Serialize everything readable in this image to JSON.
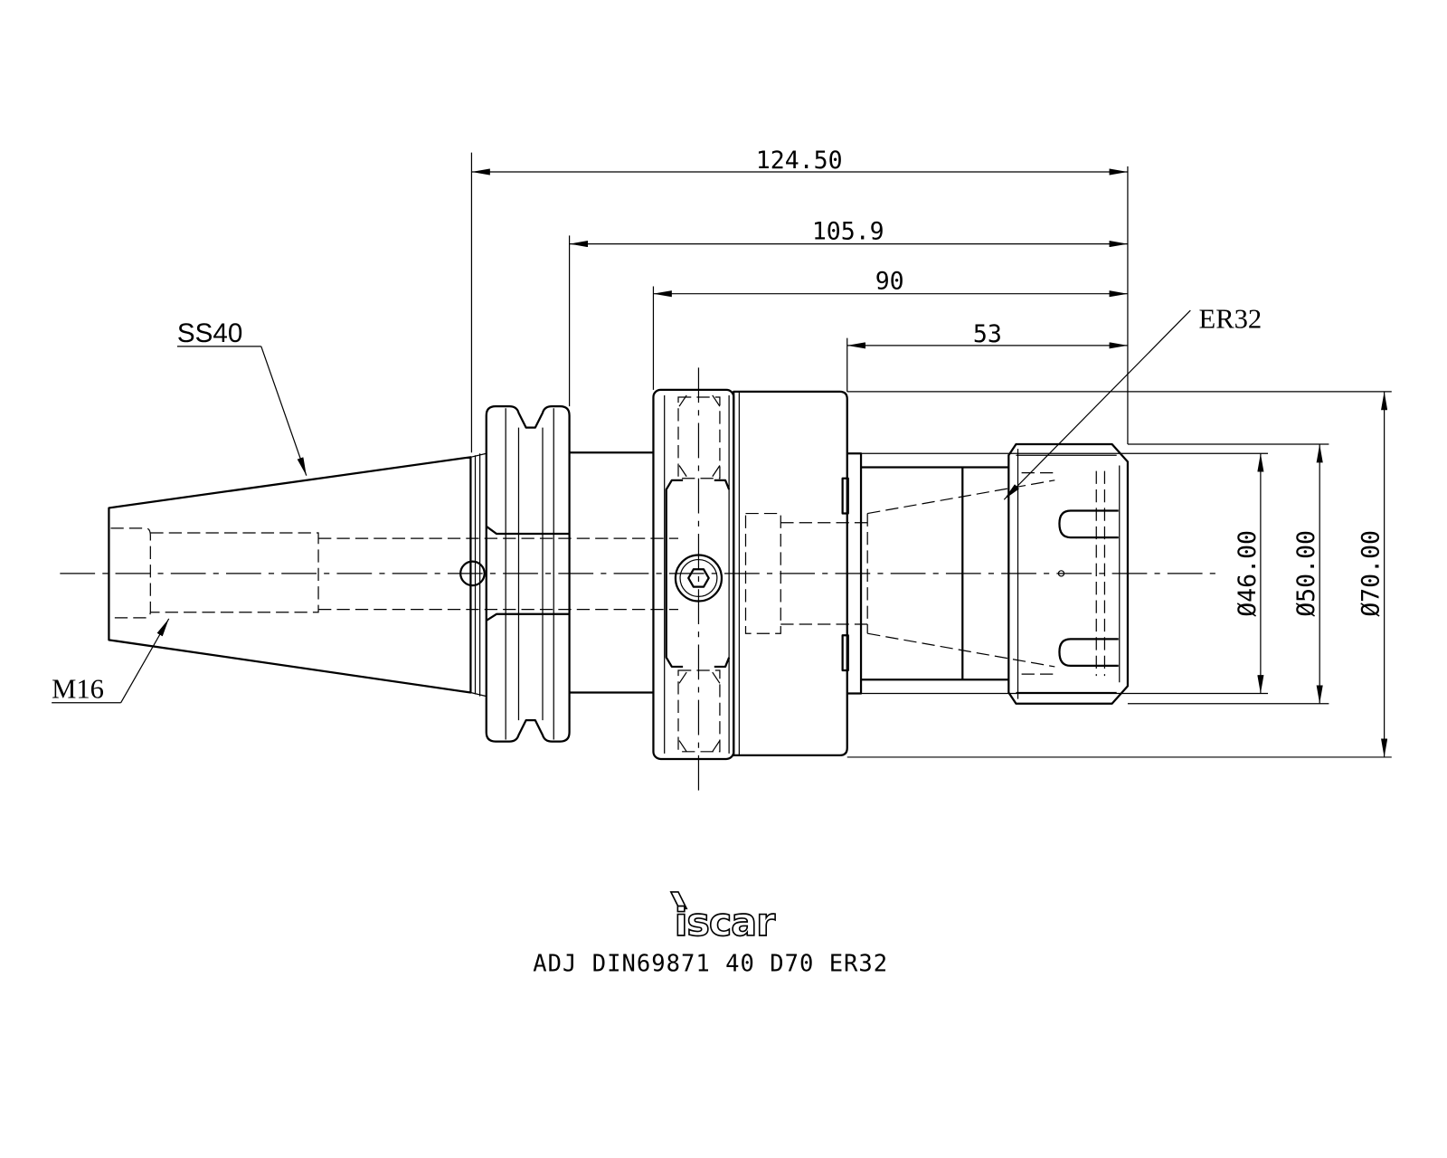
{
  "drawing": {
    "linear_dimensions": [
      "124.50",
      "105.9",
      "90",
      "53"
    ],
    "diameters": [
      "Ø46.00",
      "Ø50.00",
      "Ø70.00"
    ],
    "callouts": {
      "collet": "ER32",
      "taper": "SS40",
      "thread": "M16"
    },
    "logo": "iscar",
    "title": "ADJ DIN69871 40 D70 ER32"
  }
}
